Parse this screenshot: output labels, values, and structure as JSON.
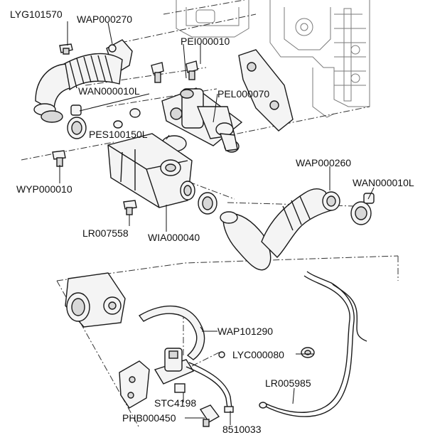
{
  "diagram": {
    "part_labels": [
      "LYG101570",
      "WAP000270",
      "PEI000010",
      "WAN000010L",
      "PEL000070",
      "PES100150L",
      "WYP000010",
      "WAP000260",
      "WAN000010L",
      "LR007558",
      "WIA000040",
      "WAP101290",
      "LYC000080",
      "LR005985",
      "STC4198",
      "PHB000450",
      "8510033"
    ]
  }
}
